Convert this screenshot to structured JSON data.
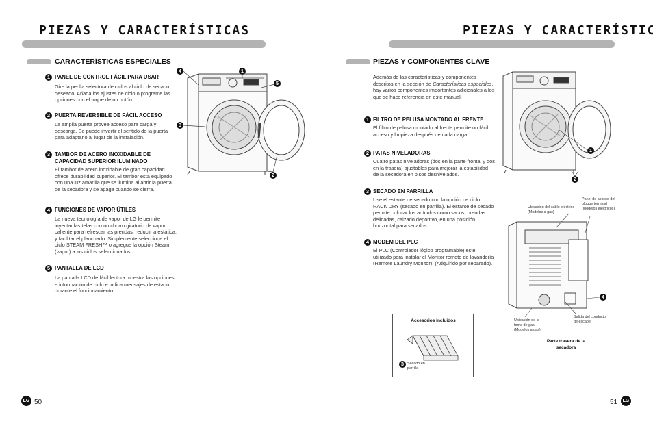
{
  "left": {
    "title": "PIEZAS Y CARACTERÍSTICAS",
    "section_title": "CARACTERÍSTICAS ESPECIALES",
    "items": [
      {
        "num": "1",
        "title": "PANEL DE CONTROL FÁCIL PARA USAR",
        "text": "Gire la perilla selectora de ciclos al ciclo de secado deseado. Añada los ajustes de ciclo o programe las opciones con el toque de un botón."
      },
      {
        "num": "2",
        "title": "PUERTA REVERSIBLE DE FÁCIL ACCESO",
        "text": "La amplia puerta provee acceso para carga y descarga. Se puede invertir el sentido de la puerta para adaptarlo al lugar de la instalación."
      },
      {
        "num": "3",
        "title": "TAMBOR DE ACERO INOXIDABLE DE CAPACIDAD SUPERIOR ILUMINADO",
        "text": "El tambor de acero inoxidable de gran capacidad ofrece durabilidad superior. El tambor está equipado con una luz amarilla que se ilumina al abrir la puerta de la secadora y se apaga cuando se cierra."
      },
      {
        "num": "4",
        "title": "FUNCIONES DE VAPOR ÚTILES",
        "text": "La nueva tecnología de vapor de LG le permite inyectar las telas con un chorro giratorio de vapor caliente para refrescar las prendas, reducir la estática, y facilitar el planchado. Simplemente seleccione el ciclo STEAM FRESH™ o agregue la opción Steam (vapor) a los ciclos seleccionados."
      },
      {
        "num": "5",
        "title": "PANTALLA DE LCD",
        "text": "La pantalla LCD de fácil lectura muestra las opciones e información de ciclo e indica mensajes de estado durante el funcionamiento."
      }
    ],
    "callouts": [
      "1",
      "2",
      "3",
      "4",
      "5"
    ],
    "page_number": "50",
    "logo_text": "LG"
  },
  "right": {
    "title": "PIEZAS Y CARACTERÍSTICAS",
    "section_title": "PIEZAS Y COMPONENTES CLAVE",
    "intro_1": "Además de las características y componentes descritos en la sección de ",
    "intro_italic": "Características especiales",
    "intro_2": ", hay varios componentes importantes adicionales a los que se hace referencia en este manual.",
    "items": [
      {
        "num": "1",
        "title": "FILTRO DE PELUSA MONTADO AL FRENTE",
        "text": "El filtro de pelusa montado al frente permite un fácil acceso y limpieza después de cada carga."
      },
      {
        "num": "2",
        "title": "PATAS NIVELADORAS",
        "text": "Cuatro patas niveladoras (dos en la parte frontal y dos en la trasera) ajustables para mejorar la estabilidad de la secadora en pisos desnivelados."
      },
      {
        "num": "3",
        "title": "SECADO EN PARRILLA",
        "text": "Use el estante de secado con la opción de ciclo RACK DRY (secado en parrilla). El estante de secado permite colocar los artículos como sacos, prendas delicadas, calzado deportivo, en una posición horizontal para secarlos."
      },
      {
        "num": "4",
        "title": "MODEM DEL PLC",
        "text": "El PLC (Controlador lógico programable) este utilizado para instalar el Monitor remoto de lavandería (Remote Laundry Monitor). (Adquirido por separado)."
      }
    ],
    "front_callouts": [
      "1",
      "2"
    ],
    "rear_labels": {
      "cable": "Ubicación del cable eléctrico (Modelos a gas)",
      "panel": "Panel de acceso del bloque terminal (Modelos eléctricos)",
      "gas": "Ubicación de la toma de gas (Modelos a gas)",
      "exhaust": "Salida del conducto de escape",
      "caption": "Parte trasera de la secadora",
      "callout": "4"
    },
    "accessories": {
      "title": "Accesorios incluidos",
      "num": "3",
      "label": "Secado en parrilla"
    },
    "page_number": "51",
    "logo_text": "LG"
  }
}
